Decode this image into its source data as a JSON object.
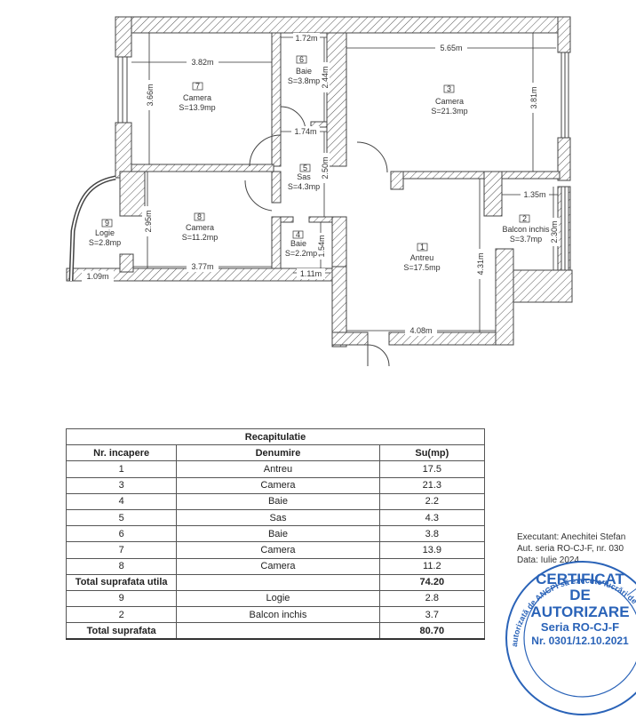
{
  "floor_plan": {
    "rooms": [
      {
        "nr": "7",
        "name": "Camera",
        "area": "S=13.9mp"
      },
      {
        "nr": "6",
        "name": "Baie",
        "area": "S=3.8mp"
      },
      {
        "nr": "3",
        "name": "Camera",
        "area": "S=21.3mp"
      },
      {
        "nr": "5",
        "name": "Sas",
        "area": "S=4.3mp"
      },
      {
        "nr": "8",
        "name": "Camera",
        "area": "S=11.2mp"
      },
      {
        "nr": "9",
        "name": "Logie",
        "area": "S=2.8mp"
      },
      {
        "nr": "4",
        "name": "Baie",
        "area": "S=2.2mp"
      },
      {
        "nr": "1",
        "name": "Antreu",
        "area": "S=17.5mp"
      },
      {
        "nr": "2",
        "name": "Balcon inchis",
        "area": "S=3.7mp"
      }
    ],
    "dimensions": {
      "d_382": "3.82m",
      "d_366": "3.66m",
      "d_172": "1.72m",
      "d_244": "2.44m",
      "d_565": "5.65m",
      "d_381": "3.81m",
      "d_174": "1.74m",
      "d_250": "2.50m",
      "d_295": "2.95m",
      "d_377": "3.77m",
      "d_109": "1.09m",
      "d_154": "1.54m",
      "d_111": "1.11m",
      "d_431": "4.31m",
      "d_408": "4.08m",
      "d_135": "1.35m",
      "d_230": "2.30m"
    }
  },
  "table": {
    "title": "Recapitulatie",
    "headers": [
      "Nr. incapere",
      "Denumire",
      "Su(mp)"
    ],
    "rows": [
      {
        "nr": "1",
        "name": "Antreu",
        "su": "17.5"
      },
      {
        "nr": "3",
        "name": "Camera",
        "su": "21.3"
      },
      {
        "nr": "4",
        "name": "Baie",
        "su": "2.2"
      },
      {
        "nr": "5",
        "name": "Sas",
        "su": "4.3"
      },
      {
        "nr": "6",
        "name": "Baie",
        "su": "3.8"
      },
      {
        "nr": "7",
        "name": "Camera",
        "su": "13.9"
      },
      {
        "nr": "8",
        "name": "Camera",
        "su": "11.2"
      }
    ],
    "total_util": {
      "label": "Total suprafata utila",
      "value": "74.20"
    },
    "extra_rows": [
      {
        "nr": "9",
        "name": "Logie",
        "su": "2.8"
      },
      {
        "nr": "2",
        "name": "Balcon inchis",
        "su": "3.7"
      }
    ],
    "total": {
      "label": "Total suprafata",
      "value": "80.70"
    }
  },
  "stamp": {
    "executant": "Executant: Anechitei Stefan",
    "aut": "Aut. seria RO-CJ-F, nr. 030",
    "data": "Data: Iulie 2024",
    "seal_arc": "autorizată de ANCPI să execute lucrări de",
    "seal_line1": "CERTIFICAT",
    "seal_line2": "DE",
    "seal_line3": "AUTORIZARE",
    "seal_line4": "Seria RO-CJ-F",
    "seal_line5": "Nr. 0301/12.10.2021",
    "seal_color": "#2a63b8"
  }
}
